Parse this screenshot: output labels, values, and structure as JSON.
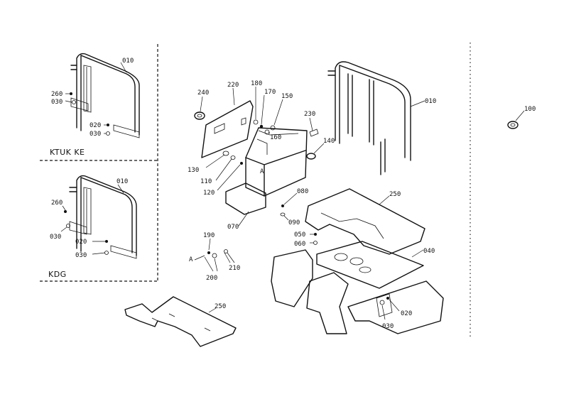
{
  "captions": {
    "variant_ktuk": "KTUK KE",
    "variant_kdg": "KDG"
  },
  "labels": {
    "frame_ktuk_010": "010",
    "frame_ktuk_260": "260",
    "frame_ktuk_030a": "030",
    "frame_ktuk_020": "020",
    "frame_ktuk_030b": "030",
    "frame_kdg_010": "010",
    "frame_kdg_260": "260",
    "frame_kdg_030a": "030",
    "frame_kdg_020": "020",
    "frame_kdg_030b": "030",
    "main_240": "240",
    "main_220": "220",
    "main_180": "180",
    "main_170": "170",
    "main_150": "150",
    "main_160": "160",
    "main_230": "230",
    "main_140": "140",
    "main_130": "130",
    "main_110": "110",
    "main_120": "120",
    "main_a1": "A",
    "main_070": "070",
    "main_080": "080",
    "main_090": "090",
    "main_050": "050",
    "main_060": "060",
    "main_250_top": "250",
    "main_040": "040",
    "main_190": "190",
    "main_a2": "A",
    "main_200": "200",
    "main_210": "210",
    "main_020": "020",
    "main_030": "030",
    "main_250_bottom": "250",
    "big_frame_010": "010",
    "part_100": "100"
  }
}
